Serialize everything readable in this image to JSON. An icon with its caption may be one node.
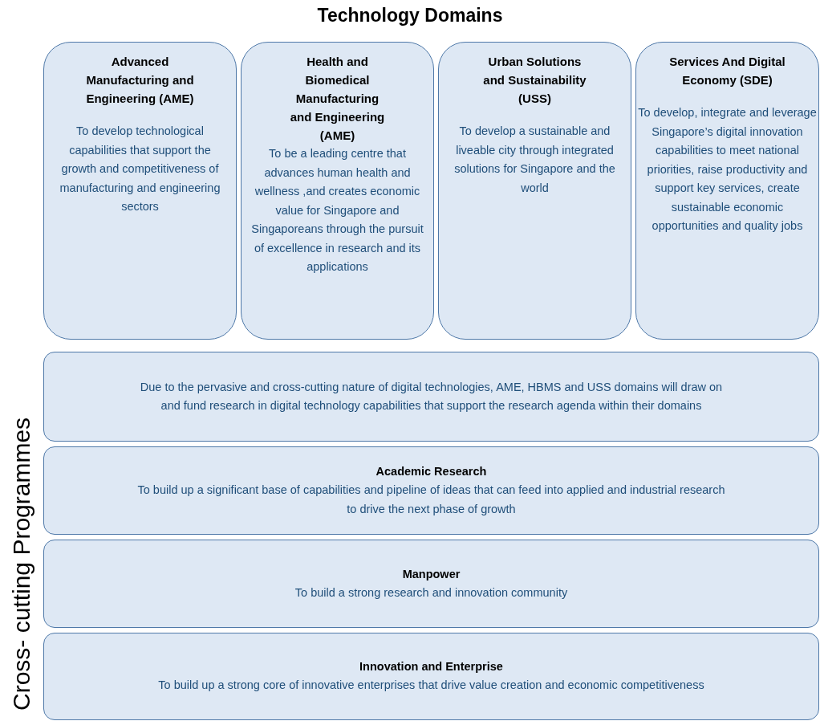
{
  "diagram": {
    "title": "Technology Domains",
    "nodes": [
      {
        "text": [
          "Advanced Manufacturing and Engineering (AME)",
          "To develop technological capabilities that support the growth and competitiveness of manufacturing and engineering sectors"
        ]
      },
      {
        "text": [
          "Health and Biomedical Manufacturing and Engineering (AME)",
          "To be a leading centre that advances human health and wellness ,and creates economic value for Singapore and Singaporeans through the pursuit of excellence in research and its applications"
        ]
      },
      {
        "text": [
          "Urban Solutions and Sustainability (USS)",
          "To develop a sustainable and liveable city through integrated solutions for Singapore and the world"
        ]
      },
      {
        "text": [
          "Services And Digital Economy (SDE)",
          "To develop, integrate and leverage Singapore’s digital innovation capabilities to meet national priorities, raise productivity and support key services, create sustainable economic opportunities and quality jobs"
        ]
      },
      {
        "text": [
          "Due to the pervasive and cross-cutting nature of digital technologies, AME, HBMS and USS domains will draw on and fund research in digital technology capabilities that support the research agenda within their domains"
        ]
      },
      {
        "text": [
          "Academic Research",
          "To build up a significant base of capabilities and pipeline of ideas that can feed into applied and industrial research to drive the next phase of growth"
        ]
      },
      {
        "text": [
          "Manpower",
          "To build a strong research and innovation community"
        ]
      },
      {
        "text": [
          "Innovation and Enterprise",
          "To build up a strong core of innovative enterprises that drive value creation and economic competitiveness"
        ]
      }
    ],
    "labels": [
      "Cross- cutting Programmes"
    ]
  }
}
